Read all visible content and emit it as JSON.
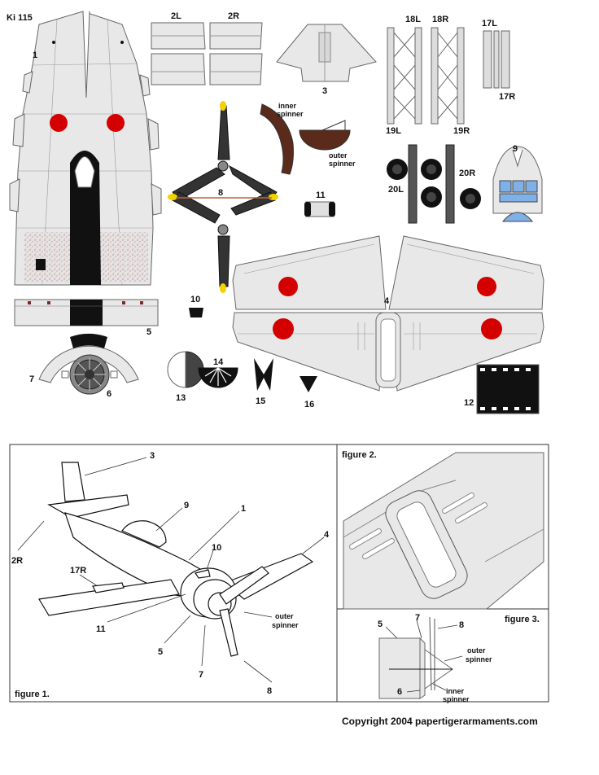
{
  "sheet": {
    "title": "Ki 115",
    "copyright": "Copyright 2004 papertigerarmaments.com"
  },
  "parts": {
    "p1": "1",
    "p2l": "2L",
    "p2r": "2R",
    "p3": "3",
    "p4": "4",
    "p5": "5",
    "p6": "6",
    "p7": "7",
    "p8": "8",
    "p9": "9",
    "p10": "10",
    "p11": "11",
    "p12": "12",
    "p13": "13",
    "p14": "14",
    "p15": "15",
    "p16": "16",
    "p17l": "17L",
    "p17r": "17R",
    "p18l": "18L",
    "p18r": "18R",
    "p19l": "19L",
    "p19r": "19R",
    "p20l": "20L",
    "p20r": "20R",
    "inner_spinner_1": "inner",
    "inner_spinner_2": "spinner",
    "outer_spinner_1": "outer",
    "outer_spinner_2": "spinner"
  },
  "figure1": {
    "caption": "figure 1.",
    "callouts": {
      "c3": "3",
      "c9": "9",
      "c1": "1",
      "c4": "4",
      "c2r": "2R",
      "c17r": "17R",
      "c10": "10",
      "c11": "11",
      "c5": "5",
      "c7": "7",
      "c8": "8",
      "outer_1": "outer",
      "outer_2": "spinner"
    }
  },
  "figure2": {
    "caption": "figure 2."
  },
  "figure3": {
    "caption": "figure 3.",
    "callouts": {
      "c5": "5",
      "c7": "7",
      "c8": "8",
      "c6": "6",
      "outer_1": "outer",
      "outer_2": "spinner",
      "inner_1": "inner",
      "inner_2": "spinner"
    }
  },
  "colors": {
    "paper": "#e8e8e8",
    "outline": "#666666",
    "hinomaru": "#d40000",
    "spinner_brown": "#5a2a1a",
    "black": "#111111",
    "prop_tip": "#f2d200",
    "glass": "#7fb0e8"
  }
}
